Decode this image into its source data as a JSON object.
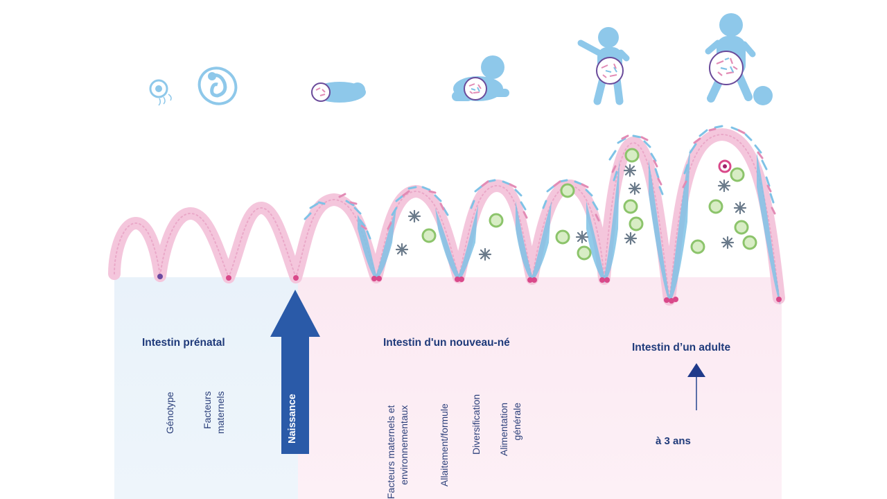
{
  "headings": {
    "prenatal": "Intestin prénatal",
    "newborn": "Intestin d'un nouveau-né",
    "adult": "Intestin d’un adulte"
  },
  "prenatal_factors": {
    "genotype": "Génotype",
    "maternal_1": "Facteurs",
    "maternal_2": "maternels"
  },
  "birth_label": "Naissance",
  "newborn_factors": {
    "env_1": "Facteurs maternels et",
    "env_2": "environnementaux",
    "feeding": "Allaitement/formule",
    "diversification": "Diversification",
    "general_1": "Alimentation",
    "general_2": "générale"
  },
  "age_label": "à 3 ans",
  "colors": {
    "villus_wall": "#f4c6dc",
    "mucus_blue": "#7fc2e6",
    "baby_blue": "#8ec8ea",
    "arrow_blue": "#2a5aa8",
    "text_navy": "#1f3a7a",
    "immune_green": "#b9dc9f"
  },
  "stages_icons": [
    "cell-icon",
    "embryo-icon",
    "newborn-icon",
    "crawling-baby-icon",
    "standing-toddler-icon",
    "walking-child-icon"
  ]
}
